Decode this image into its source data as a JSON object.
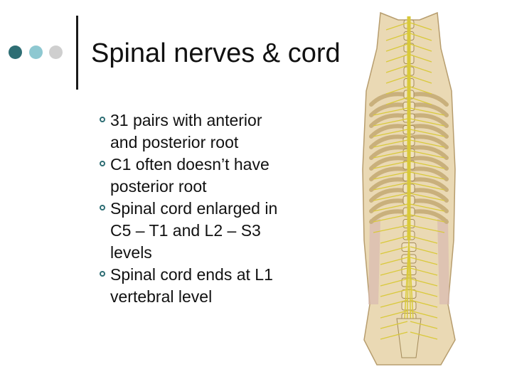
{
  "slide": {
    "title": "Spinal nerves & cord",
    "bullets": [
      "31 pairs with anterior and posterior root",
      "C1 often doesn’t have posterior root",
      "Spinal cord enlarged in C5 – T1 and L2 – S3 levels",
      "Spinal cord ends at L1 vertebral level"
    ]
  },
  "colors": {
    "accent_dark": "#2e6e74",
    "accent_light": "#8ec8d1",
    "accent_gray": "#cfcfcf",
    "nerve": "#d9c93a",
    "bone": "#e8d5a8"
  },
  "figure": {
    "icon": "spine-anatomy-illustration"
  }
}
